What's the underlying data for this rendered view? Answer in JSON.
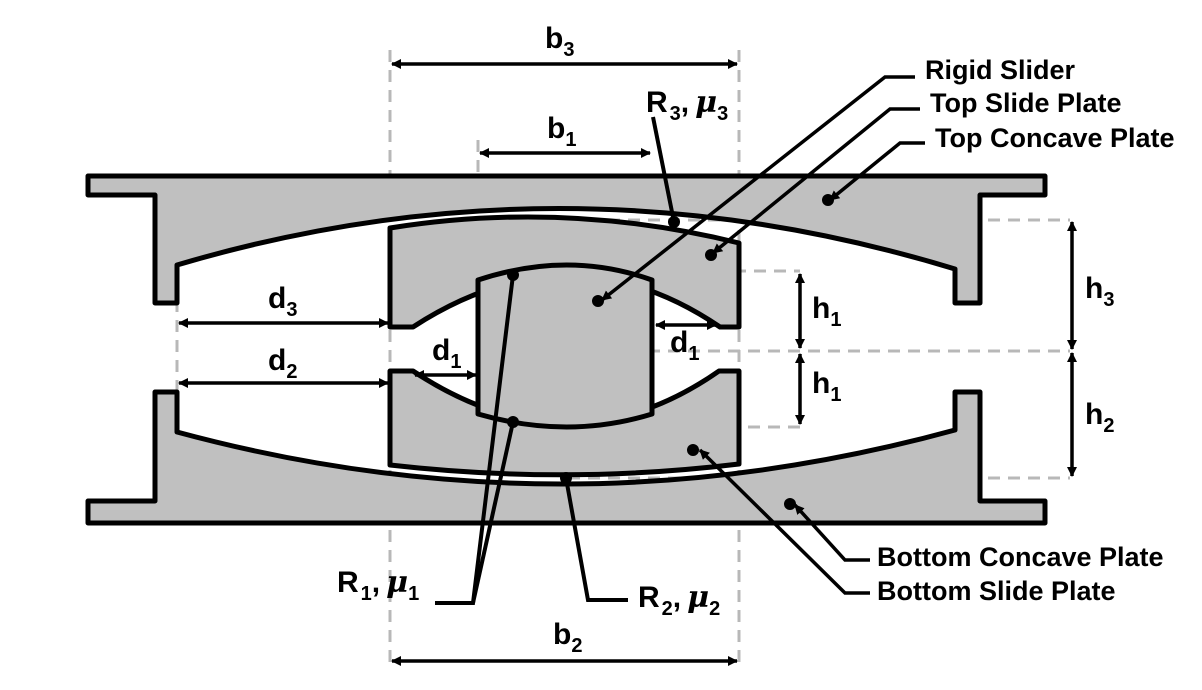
{
  "components": {
    "rigid_slider": "Rigid Slider",
    "top_slide_plate": "Top Slide Plate",
    "top_concave_plate": "Top Concave Plate",
    "bottom_concave_plate": "Bottom Concave Plate",
    "bottom_slide_plate": "Bottom Slide Plate"
  },
  "dimensions": {
    "b3": {
      "main": "b",
      "sub": "3"
    },
    "b1": {
      "main": "b",
      "sub": "1"
    },
    "b2": {
      "main": "b",
      "sub": "2"
    },
    "d3": {
      "main": "d",
      "sub": "3"
    },
    "d2": {
      "main": "d",
      "sub": "2"
    },
    "d1_left": {
      "main": "d",
      "sub": "1"
    },
    "d1_right": {
      "main": "d",
      "sub": "1"
    },
    "h1_upper": {
      "main": "h",
      "sub": "1"
    },
    "h1_lower": {
      "main": "h",
      "sub": "1"
    },
    "h3": {
      "main": "h",
      "sub": "3"
    },
    "h2": {
      "main": "h",
      "sub": "2"
    }
  },
  "surfaces": {
    "r3": {
      "radius": "R",
      "radius_sub": "3",
      "sep": ",",
      "friction": "μ",
      "friction_sub": "3"
    },
    "r1": {
      "radius": "R",
      "radius_sub": "1",
      "sep": ",",
      "friction": "μ",
      "friction_sub": "1"
    },
    "r2": {
      "radius": "R",
      "radius_sub": "2",
      "sep": ",",
      "friction": "μ",
      "friction_sub": "2"
    }
  },
  "colors": {
    "fill": "#c0c0c0",
    "stroke": "#000000",
    "dashed": "#b8b8b8"
  }
}
